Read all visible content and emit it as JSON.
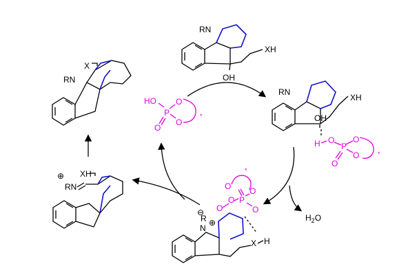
{
  "colors": {
    "catalyst": "#e000e0",
    "spiro_ring": "#1010c8",
    "bond": "#000000"
  },
  "top_compound": {
    "rn": "RN",
    "oh": "OH",
    "xh": "XH"
  },
  "right_complex": {
    "rn": "RN",
    "oh": "OH",
    "xh": "XH",
    "h": "H",
    "o": "O",
    "p": "P",
    "star": "*"
  },
  "bottom_intermediate": {
    "r": "R",
    "n": "N",
    "x": "X",
    "h": "H",
    "o": "O",
    "p": "P",
    "star": "*"
  },
  "left_iminium": {
    "plus": "⊕",
    "rn": "RN",
    "xh": "XH"
  },
  "top_left_product": {
    "rn": "RN",
    "x": "X"
  },
  "catalyst_center": {
    "ho": "HO",
    "o": "O",
    "p": "P",
    "star": "*"
  },
  "water": {
    "h": "H",
    "sub": "2",
    "o": "O"
  }
}
